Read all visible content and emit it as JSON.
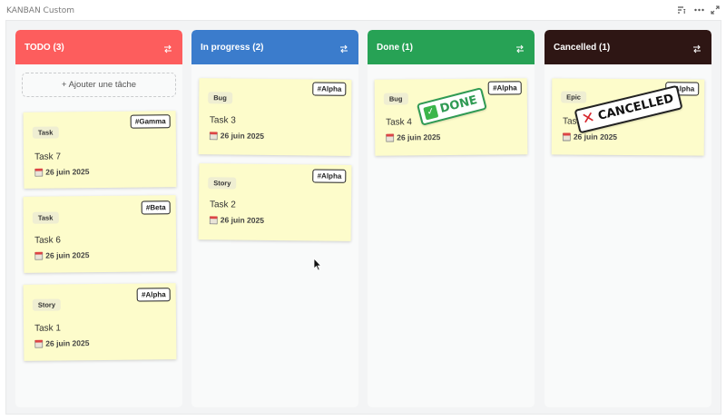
{
  "app": {
    "title": "KANBAN Custom"
  },
  "toolbar": {
    "filter_icon": "filter-icon",
    "more_icon": "more-icon",
    "expand_icon": "expand-icon"
  },
  "colors": {
    "todo": "#fd5d5d",
    "in_progress": "#3b7ccc",
    "done": "#27a255",
    "cancelled": "#2e1614"
  },
  "columns": [
    {
      "title": "TODO (3)",
      "add_label": "+ Ajouter une tâche",
      "cards": [
        {
          "type": "Task",
          "tag": "#Gamma",
          "title": "Task 7",
          "date": "26 juin 2025"
        },
        {
          "type": "Task",
          "tag": "#Beta",
          "title": "Task 6",
          "date": "26 juin 2025"
        },
        {
          "type": "Story",
          "tag": "#Alpha",
          "title": "Task 1",
          "date": "26 juin 2025"
        }
      ]
    },
    {
      "title": "In progress (2)",
      "cards": [
        {
          "type": "Bug",
          "tag": "#Alpha",
          "title": "Task 3",
          "date": "26 juin 2025"
        },
        {
          "type": "Story",
          "tag": "#Alpha",
          "title": "Task 2",
          "date": "26 juin 2025"
        }
      ]
    },
    {
      "title": "Done (1)",
      "cards": [
        {
          "type": "Bug",
          "tag": "#Alpha",
          "title": "Task 4",
          "date": "26 juin 2025",
          "stamp": "DONE"
        }
      ]
    },
    {
      "title": "Cancelled (1)",
      "cards": [
        {
          "type": "Epic",
          "tag": "#Alpha",
          "title": "Tas",
          "date": "26 juin 2025",
          "stamp": "CANCELLED"
        }
      ]
    }
  ]
}
